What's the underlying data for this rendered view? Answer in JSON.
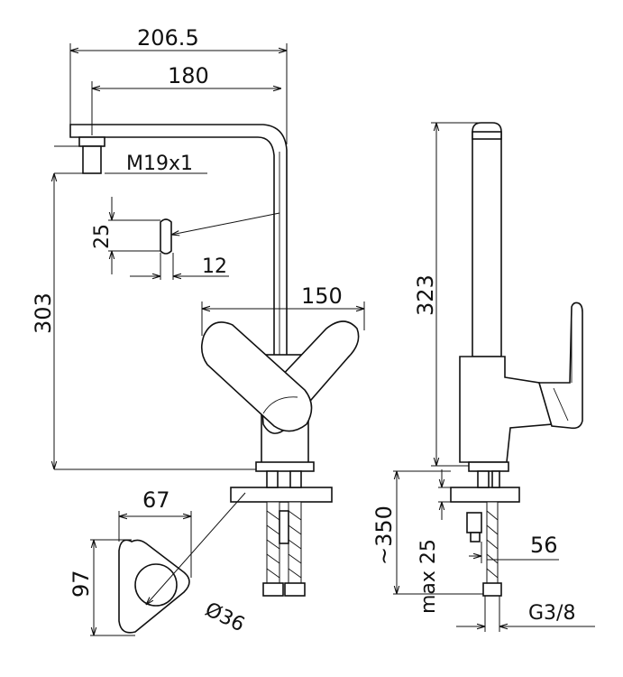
{
  "drawing": {
    "dimensions": {
      "reach_total": "206.5",
      "reach_spout": "180",
      "aerator_thread": "M19x1",
      "handle_height": "25",
      "handle_width": "12",
      "height_303": "303",
      "width_150": "150",
      "width_67": "67",
      "height_97": "97",
      "hole_dia": "Ø36",
      "height_323": "323",
      "approx_350": "~350",
      "max_25": "max 25",
      "width_56": "56",
      "connection": "G3/8"
    }
  }
}
